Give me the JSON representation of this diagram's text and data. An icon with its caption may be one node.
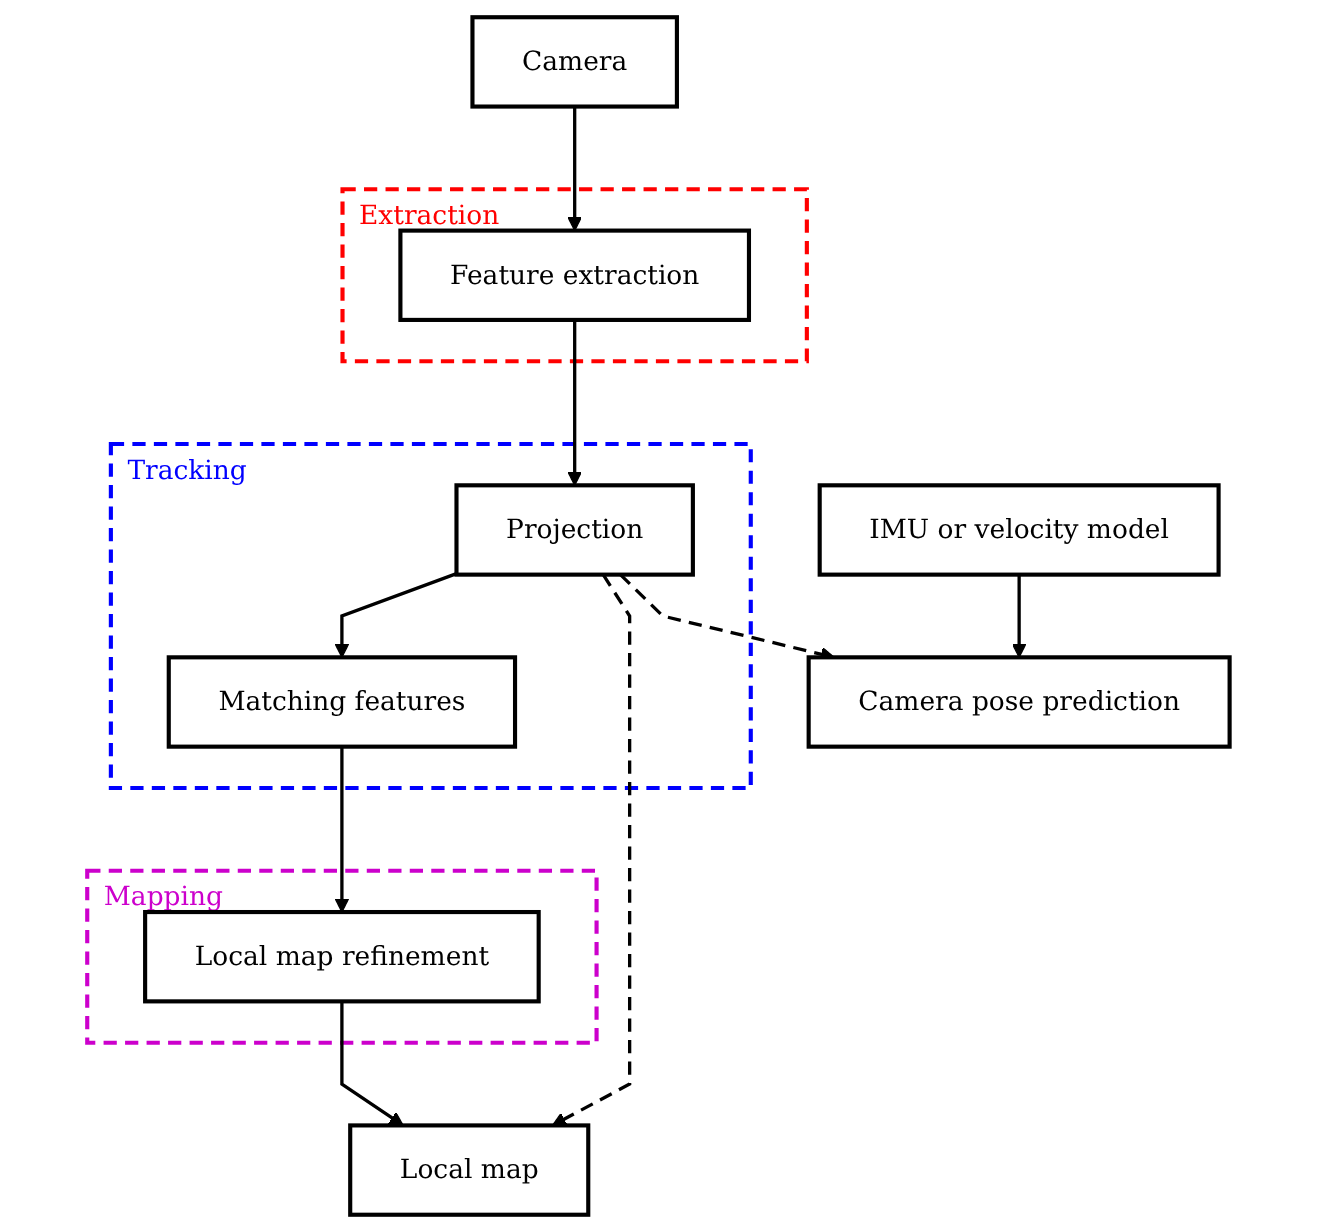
{
  "diagram": {
    "nodes": [
      {
        "text": [
          "Camera"
        ]
      },
      {
        "text": [
          "Extraction"
        ]
      },
      {
        "text": [
          "Feature extraction"
        ],
        "in": 1
      },
      {
        "text": [
          "Tracking"
        ]
      },
      {
        "text": [
          "Projection"
        ],
        "in": 3
      },
      {
        "text": [
          "Matching features"
        ],
        "in": 3
      },
      {
        "text": [
          "Mapping"
        ]
      },
      {
        "text": [
          "Local map refinement"
        ],
        "in": 6
      },
      {
        "text": [
          "IMU or velocity model"
        ]
      },
      {
        "text": [
          "Camera pose prediction"
        ]
      },
      {
        "text": [
          "Local map"
        ]
      }
    ],
    "edges": [
      {
        "from": 0,
        "to": 2,
        "arrow": "to"
      },
      {
        "from": 2,
        "to": 4,
        "arrow": "to"
      },
      {
        "from": 4,
        "to": 5,
        "arrow": "to"
      },
      {
        "from": 5,
        "to": 7,
        "arrow": "to"
      },
      {
        "from": 7,
        "to": 10,
        "arrow": "to"
      },
      {
        "from": 8,
        "to": 9,
        "arrow": "to"
      },
      {
        "from": 4,
        "to": 9,
        "arrow": "to",
        "style": "dashed"
      },
      {
        "from": 4,
        "to": 10,
        "arrow": "to",
        "style": "dashed"
      }
    ]
  }
}
